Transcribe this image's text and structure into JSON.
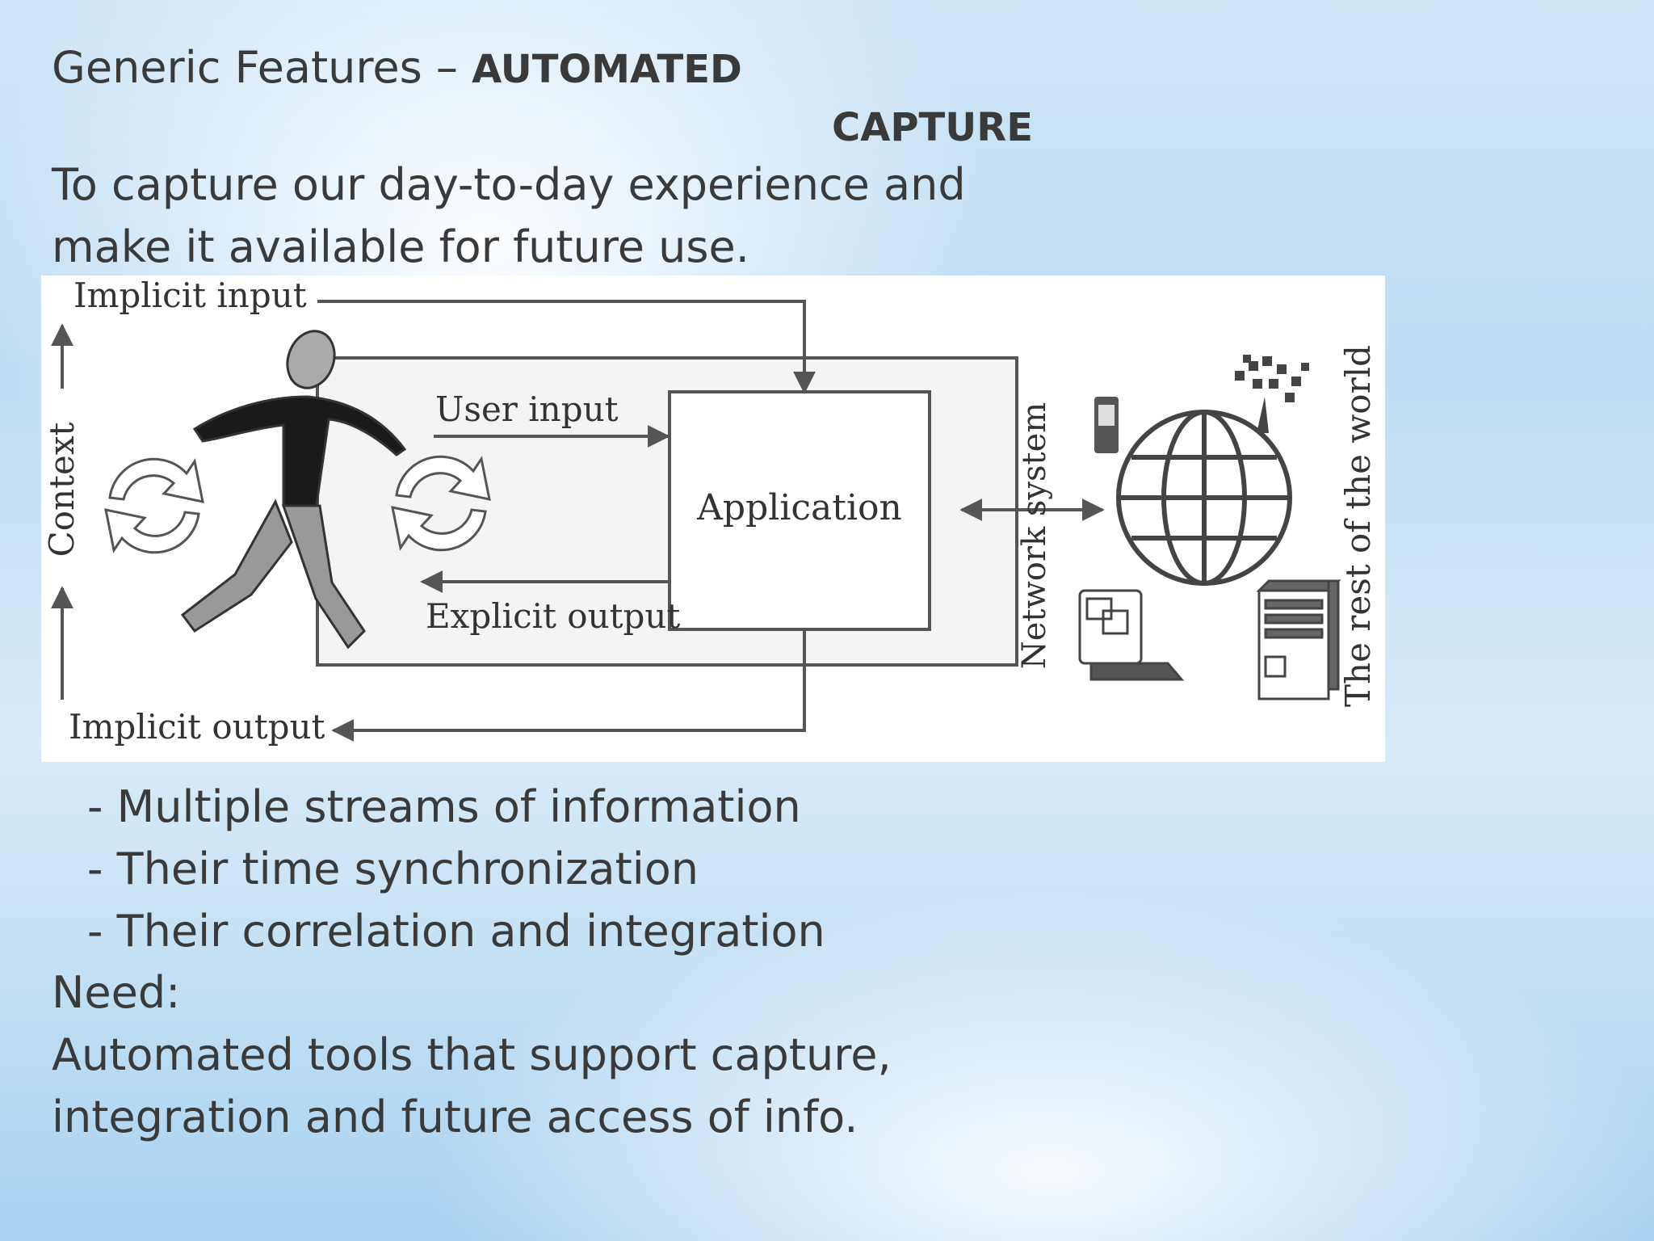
{
  "slide": {
    "title_main": "Generic Features – ",
    "title_sub_1": "AUTOMATED",
    "title_sub_2": "CAPTURE",
    "intro_line_1": "To capture our day-to-day experience and",
    "intro_line_2": "make it available for future use.",
    "bullets": [
      "- Multiple streams of information",
      "- Their time synchronization",
      "- Their correlation and integration"
    ],
    "need_label": "Need:",
    "need_line_1": "Automated tools that support capture,",
    "need_line_2": "integration and future access of info."
  },
  "diagram": {
    "implicit_input": "Implicit input",
    "user_input": "User input",
    "application": "Application",
    "explicit_output": "Explicit output",
    "implicit_output": "Implicit output",
    "context": "Context",
    "network_system": "Network   system",
    "rest_of_world": "The rest of the world",
    "icons": [
      "running-person-icon",
      "cycle-arrows-icon",
      "globe-icon",
      "tree-icon",
      "phone-icon",
      "laptop-icon",
      "server-icon"
    ]
  }
}
